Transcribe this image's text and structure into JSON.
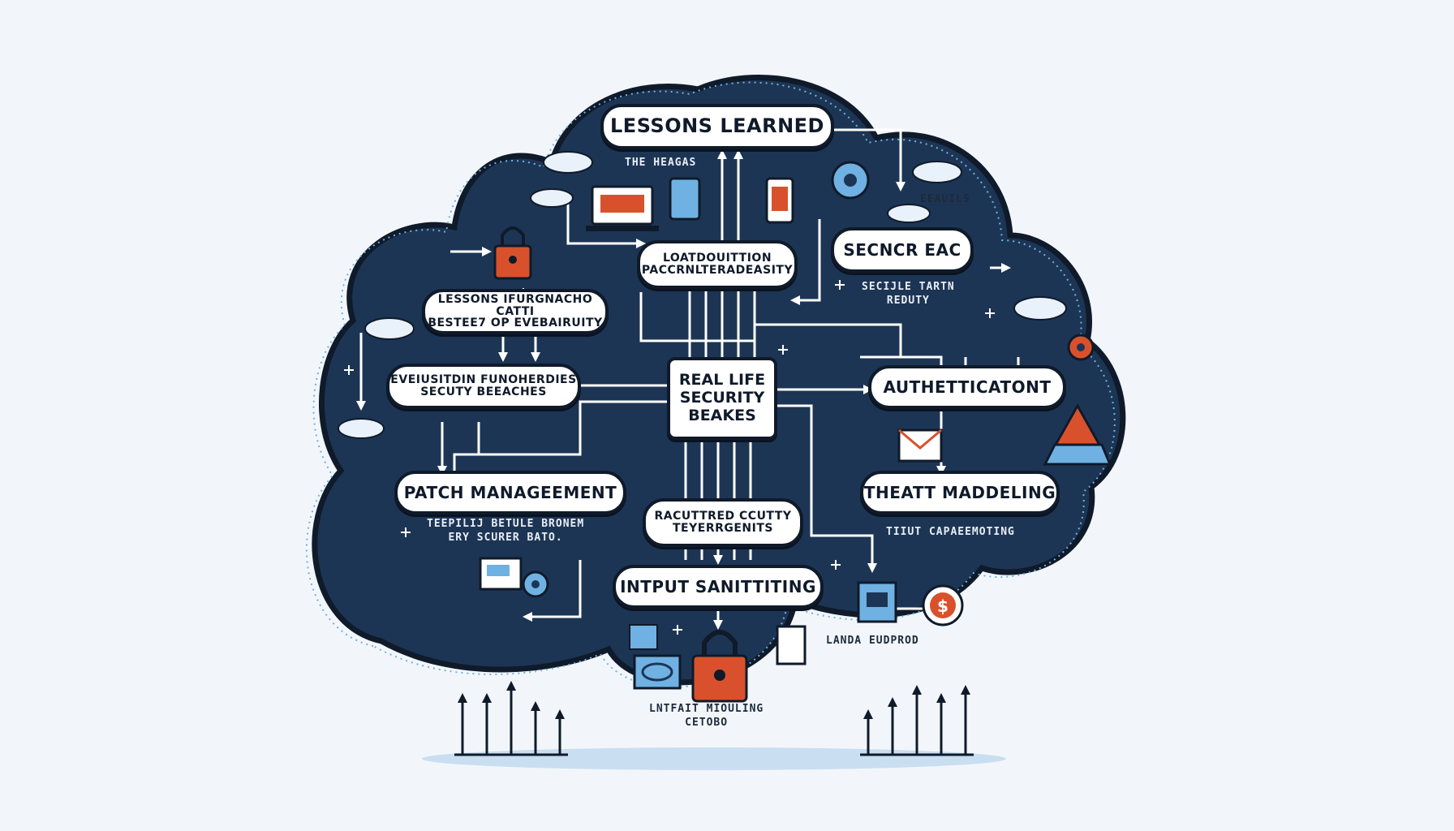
{
  "nodes": {
    "lessons_learned": "LESSONS LEARNED",
    "load_line1": "LOATDOUITTION",
    "load_line2": "PACCRNLTERADEASITY",
    "secncr": "SECNCR EAC",
    "lessons_small_line1": "LESSONS IFURGNACHO CATTI",
    "lessons_small_line2": "BESTEE7 OP EVEBAIRUITY",
    "everything_line1": "EVEIUSITDIN FUNOHERDIES",
    "everything_line2": "SECUTY BEEACHES",
    "center_line1": "REAL LIFE",
    "center_line2": "SECURITY",
    "center_line3": "BEAKES",
    "authentication": "AUTHETTICATONT",
    "patch": "PATCH MANAGEEMENT",
    "threat": "THEATT MADDELING",
    "racutt_line1": "RACUTTRED CCUTTY",
    "racutt_line2": "TEYERRGENITS",
    "input": "INTPUT SANITTITING"
  },
  "captions": {
    "the_heagas": "THE HEAGAS",
    "eeauils": "EEAUILS",
    "secure_line1": "SECIJLE TARTN",
    "secure_line2": "REDUTY",
    "teepilj_line1": "TEEPILIJ BETULE BRONEM",
    "teepilj_line2": "ERY SCURER BATO.",
    "tiiut": "TIIUT CAPAEEMOTING",
    "landa": "LANDA EUDPROD",
    "lntfait_line1": "LNTFAIT MIOULING",
    "lntfait_line2": "CETOBO"
  },
  "icons": [
    "lock-icon",
    "laptop-icon",
    "tablet-icon",
    "phone-icon",
    "cloud-icon",
    "gear-icon",
    "mail-icon",
    "warning-triangle-icon",
    "dollar-coin-icon",
    "document-icon",
    "fingerprint-icon"
  ],
  "colors": {
    "cloud": "#1d3554",
    "outline": "#0f1a2a",
    "accent_red": "#d9512c",
    "accent_blue": "#6fb1e2",
    "background": "#f2f6fa"
  }
}
